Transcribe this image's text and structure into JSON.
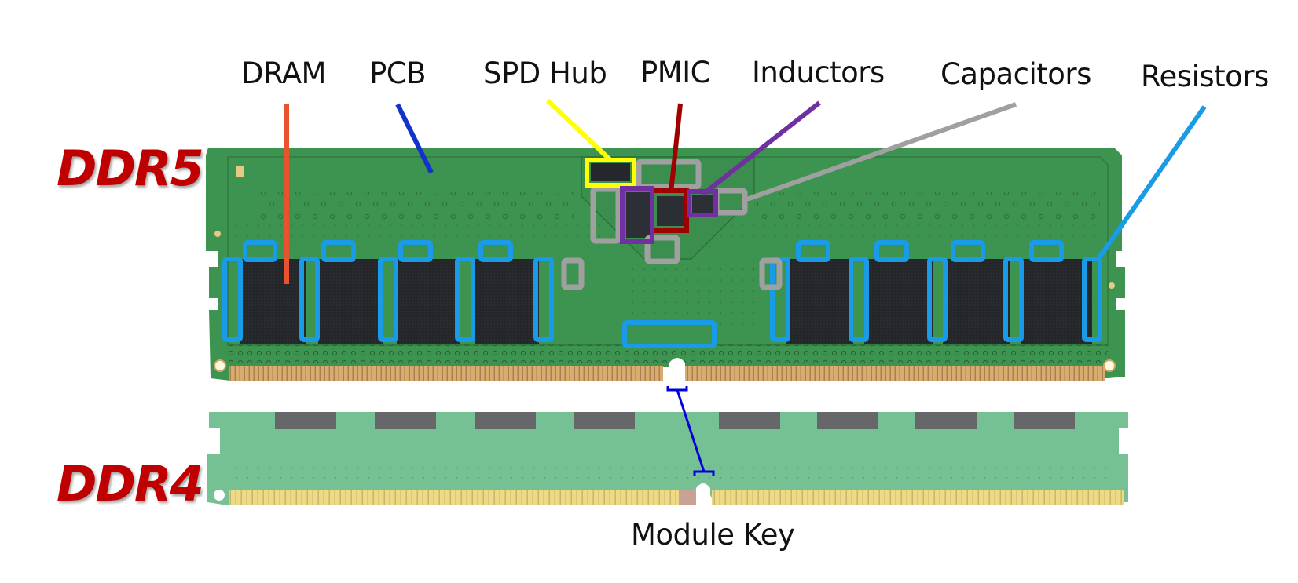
{
  "figure": {
    "title": "DDR5 vs DDR4 module component comparison",
    "modules": [
      {
        "id": "ddr5",
        "label": "DDR5",
        "color": "#c00000"
      },
      {
        "id": "ddr4",
        "label": "DDR4",
        "color": "#c00000"
      }
    ],
    "callouts": [
      {
        "id": "dram",
        "label": "DRAM",
        "color": "#e8522c"
      },
      {
        "id": "pcb",
        "label": "PCB",
        "color": "#1133cc"
      },
      {
        "id": "spd-hub",
        "label": "SPD Hub",
        "color": "#ffff00"
      },
      {
        "id": "pmic",
        "label": "PMIC",
        "color": "#a00000"
      },
      {
        "id": "inductors",
        "label": "Inductors",
        "color": "#7030a0"
      },
      {
        "id": "capacitors",
        "label": "Capacitors",
        "color": "#a0a0a0"
      },
      {
        "id": "resistors",
        "label": "Resistors",
        "color": "#1a9be8"
      }
    ],
    "module_key": {
      "label": "Module Key",
      "color": "#0000dd"
    },
    "colors": {
      "pcb_ddr5": "#3d9350",
      "pcb_ddr4": "#4fb075",
      "dram_chip": "#25272b",
      "gold_ddr5": "#d6a86c",
      "gold_ddr4": "#e6c95a"
    }
  }
}
